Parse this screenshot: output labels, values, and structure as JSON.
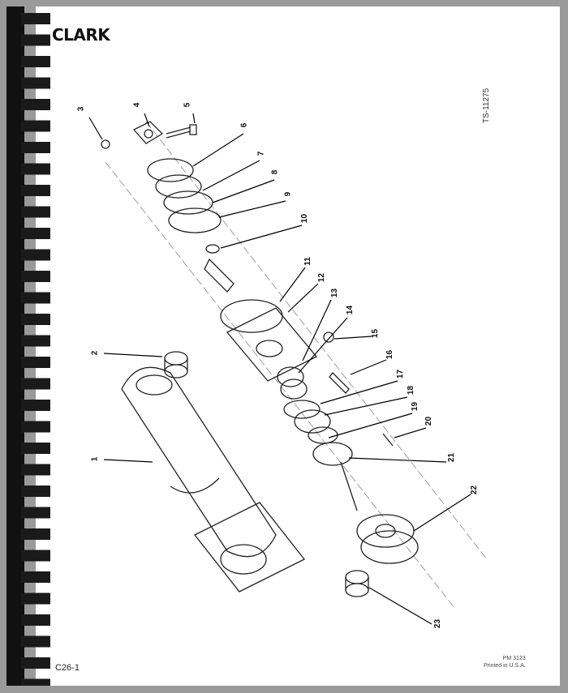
{
  "brand": "CLARK",
  "drawing_number": "TS-11275",
  "page_label": "C26-1",
  "publication": "PM 3123",
  "printed": "Printed in U.S.A.",
  "callouts": [
    "1",
    "2",
    "3",
    "4",
    "5",
    "6",
    "7",
    "8",
    "9",
    "10",
    "11",
    "12",
    "13",
    "14",
    "15",
    "16",
    "17",
    "18",
    "19",
    "20",
    "21",
    "22",
    "23"
  ]
}
